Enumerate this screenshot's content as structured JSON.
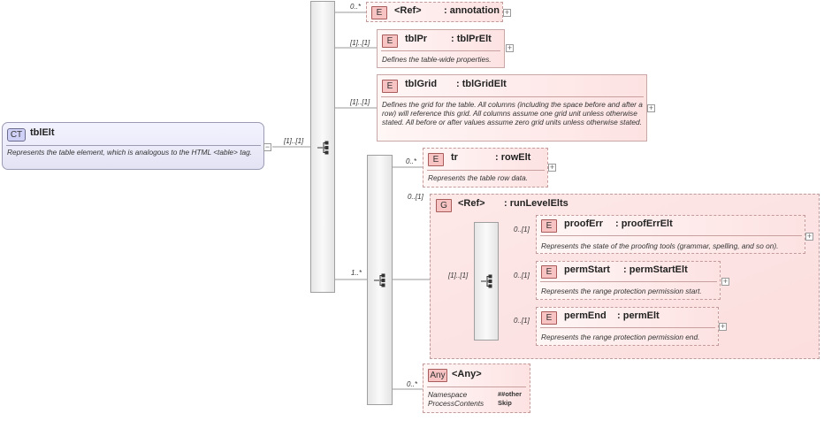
{
  "root": {
    "badge": "CT",
    "name": "tblElt",
    "description": "Represents the table element, which is analogous to the HTML <table> tag."
  },
  "main_sequence": {
    "occurrence": "[1]..[1]",
    "children": [
      {
        "id": "annotation",
        "badge": "E",
        "occurrence": "0..*",
        "name": "<Ref>",
        "type": ": annotation",
        "description": ""
      },
      {
        "id": "tblPr",
        "badge": "E",
        "occurrence": "[1]..[1]",
        "name": "tblPr",
        "type": ": tblPrElt",
        "description": "Defines the table-wide properties."
      },
      {
        "id": "tblGrid",
        "badge": "E",
        "occurrence": "[1]..[1]",
        "name": "tblGrid",
        "type": ": tblGridElt",
        "description": "Defines the grid for the table. All columns (including the space before and after a row) will reference this grid. All columns assume one grid unit unless otherwise stated. All before or after values assume zero grid units unless otherwise stated."
      }
    ]
  },
  "row_sequence": {
    "occurrence": "1..*",
    "tr": {
      "badge": "E",
      "occurrence": "0..*",
      "name": "tr",
      "type": ": rowElt",
      "description": "Represents the table row data."
    },
    "group": {
      "badge": "G",
      "occurrence": "0..[1]",
      "name": "<Ref>",
      "type": ": runLevelElts",
      "inner_occurrence": "[1]..[1]",
      "children": [
        {
          "id": "proofErr",
          "badge": "E",
          "occurrence": "0..[1]",
          "name": "proofErr",
          "type": ": proofErrElt",
          "description": "Represents the state of the proofing tools (grammar, spelling, and so on)."
        },
        {
          "id": "permStart",
          "badge": "E",
          "occurrence": "0..[1]",
          "name": "permStart",
          "type": ": permStartElt",
          "description": "Represents the range protection permission start."
        },
        {
          "id": "permEnd",
          "badge": "E",
          "occurrence": "0..[1]",
          "name": "permEnd",
          "type": ": permElt",
          "description": "Represents the range protection permission end."
        }
      ]
    },
    "any": {
      "badge": "Any",
      "occurrence": "0..*",
      "name": "<Any>",
      "namespace_label": "Namespace",
      "namespace_value": "##other",
      "process_label": "ProcessContents",
      "process_value": "Skip"
    }
  },
  "colors": {
    "element_border": "#c9a7a7",
    "element_fill": "#fde2e2",
    "complex_type_fill": "#e3e3f4",
    "badge_fill": "#f7c3c3",
    "compositor_fill": "#e6e6e6",
    "wire": "#9a9a9a"
  },
  "icons": [
    "sequence-icon",
    "expand-plus-icon",
    "collapse-minus-icon"
  ]
}
